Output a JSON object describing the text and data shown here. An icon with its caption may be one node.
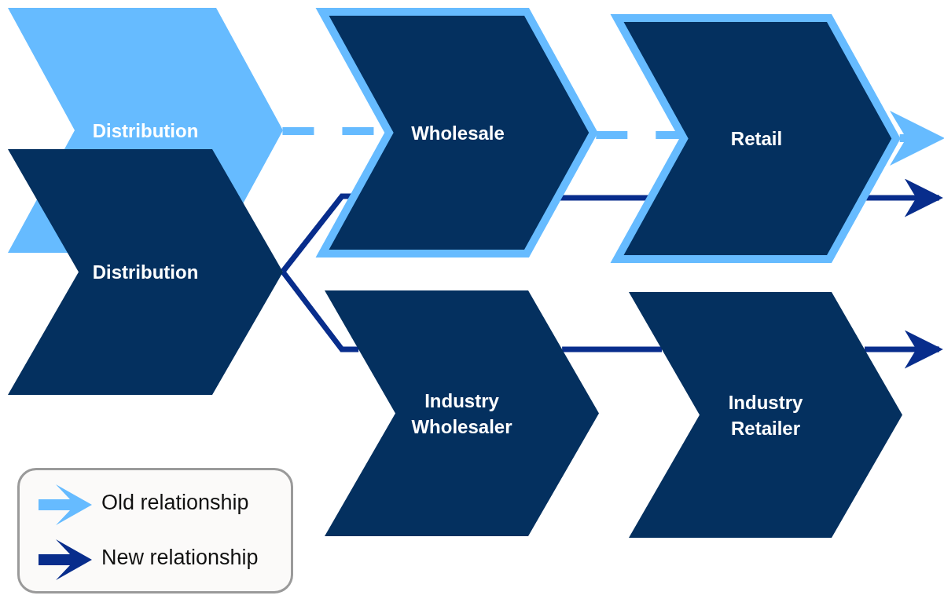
{
  "diagram": {
    "nodes": [
      {
        "text": [
          "Distribution"
        ]
      },
      {
        "text": [
          "Distribution"
        ]
      },
      {
        "text": [
          "Wholesale"
        ]
      },
      {
        "text": [
          "Retail"
        ]
      },
      {
        "text": [
          "Industry Wholesaler"
        ]
      },
      {
        "text": [
          "Industry Retailer"
        ]
      }
    ],
    "edges": [
      {
        "from": 0,
        "to": 2,
        "arrow": "none",
        "style": "dashed",
        "color": "#66bbff"
      },
      {
        "from": 2,
        "to": 3,
        "arrow": "none",
        "style": "dashed",
        "color": "#66bbff"
      },
      {
        "from": 3,
        "to": null,
        "arrow": "to",
        "style": "dashed",
        "color": "#66bbff"
      },
      {
        "from": 1,
        "to": 2,
        "arrow": "none"
      },
      {
        "from": 1,
        "to": 4,
        "arrow": "none"
      },
      {
        "from": 2,
        "to": 3,
        "arrow": "none"
      },
      {
        "from": 3,
        "to": null,
        "arrow": "to"
      },
      {
        "from": 4,
        "to": 5,
        "arrow": "none"
      },
      {
        "from": 5,
        "to": null,
        "arrow": "to"
      }
    ],
    "legend": [
      {
        "text": "Old relationship"
      },
      {
        "text": "New relationship"
      }
    ]
  }
}
